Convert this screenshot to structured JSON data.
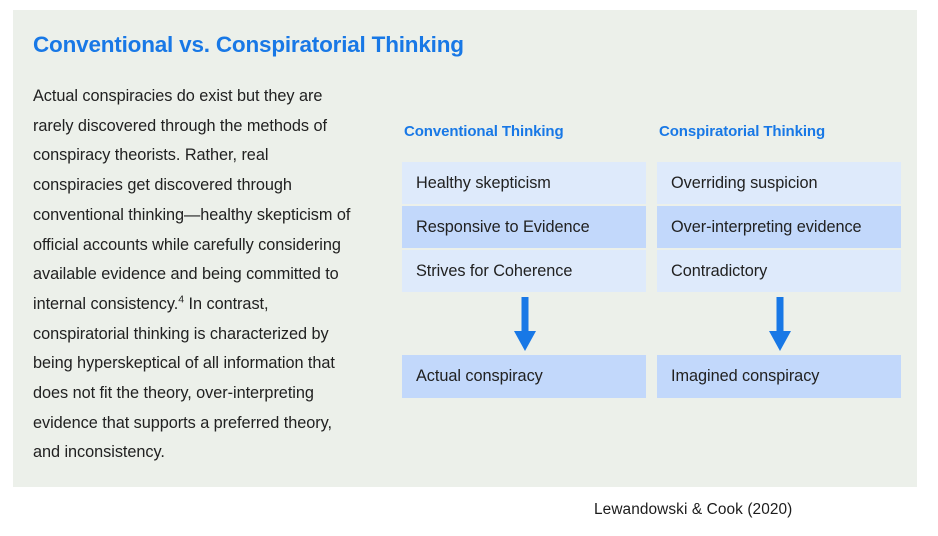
{
  "card": {
    "title": "Conventional vs. Conspiratorial Thinking",
    "body_text_part1": "Actual conspiracies do exist but they are rarely discovered through the methods of conspiracy theorists. Rather, real conspiracies get discovered through conventional thinking—healthy skepticism of official accounts while carefully considering available evidence and being committed to internal consistency.",
    "footnote_marker": "4",
    "body_text_part2": " In contrast, conspiratorial thinking is characterized by being hyperskeptical of all information that does not fit the theory, over-interpreting evidence that supports a preferred theory, and inconsistency."
  },
  "table": {
    "columns": [
      {
        "header": "Conventional Thinking"
      },
      {
        "header": "Conspiratorial Thinking"
      }
    ],
    "rows": [
      {
        "left": "Healthy skepticism",
        "right": "Overriding suspicion",
        "tone": "light"
      },
      {
        "left": "Responsive to Evidence",
        "right": "Over-interpreting evidence",
        "tone": "deep"
      },
      {
        "left": "Strives for Coherence",
        "right": "Contradictory",
        "tone": "light"
      }
    ],
    "outcomes": {
      "left": "Actual conspiracy",
      "right": "Imagined conspiracy"
    },
    "arrow_icon": "down-arrow-icon"
  },
  "attribution": "Lewandowski & Cook (2020)",
  "colors": {
    "card_background": "#ECF0EA",
    "accent_blue": "#1878E6",
    "row_light": "#DEEAFB",
    "row_deep": "#C2D8FB",
    "text": "#212121",
    "page_background": "#FFFFFF"
  }
}
